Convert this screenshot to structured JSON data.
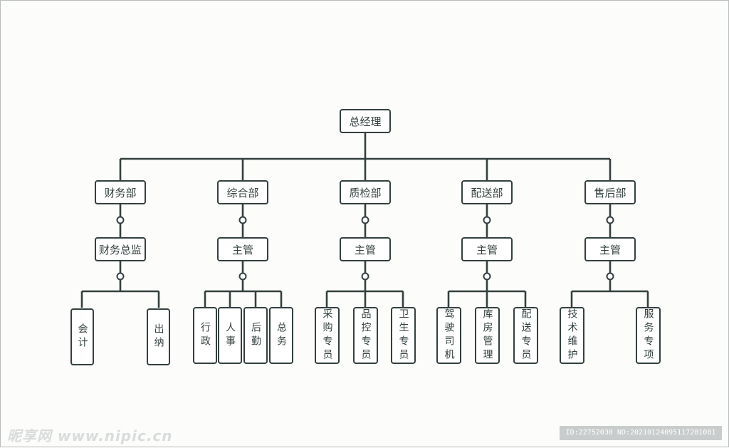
{
  "org": {
    "root": "总经理",
    "departments": [
      {
        "name": "财务部",
        "head": "财务总监",
        "staff": [
          "会计",
          "出纳"
        ]
      },
      {
        "name": "综合部",
        "head": "主管",
        "staff": [
          "行政",
          "人事",
          "后勤",
          "总务"
        ]
      },
      {
        "name": "质检部",
        "head": "主管",
        "staff": [
          "采购专员",
          "品控专员",
          "卫生专员"
        ]
      },
      {
        "name": "配送部",
        "head": "主管",
        "staff": [
          "驾驶司机",
          "库房管理",
          "配送专员"
        ]
      },
      {
        "name": "售后部",
        "head": "主管",
        "staff": [
          "技术维护",
          "服务专项"
        ]
      }
    ]
  },
  "colors": {
    "line": "#33403f",
    "box_fill": "#ffffff",
    "background": "#fcfcfa"
  },
  "watermark": {
    "left": "昵享网 www.nipic.cn",
    "right": "ID:22752030 NO:20210124095117281081"
  }
}
